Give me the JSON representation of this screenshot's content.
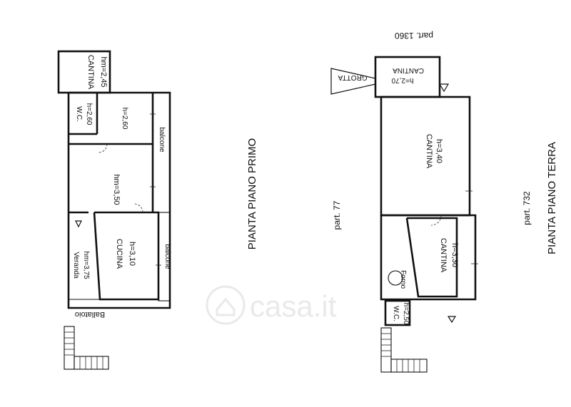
{
  "floor_first": {
    "title": "PIANTA PIANO PRIMO",
    "rooms": {
      "cantina_label": "CANTINA",
      "cantina_height": "hm=2,45",
      "wc_label": "W.C.",
      "wc_height": "h=2,60",
      "small_room_height": "h=2,60",
      "balcone_top": "balcone",
      "main_height": "hm=3,50",
      "cucina_label": "CUCINA",
      "cucina_height": "h=3,10",
      "balcone_bottom": "balcone",
      "veranda_label": "Veranda",
      "veranda_height": "hm=3,75",
      "ballatoio": "Ballatoio"
    }
  },
  "parcels": {
    "part_77": "part. 77",
    "part_732": "part. 732",
    "part_1360": "part. 1360"
  },
  "floor_ground": {
    "title": "PIANTA PIANO TERRA",
    "rooms": {
      "grotta": "GROTTA",
      "cantina_top_label": "CANTINA",
      "cantina_top_height": "h=2,70",
      "cantina_mid_label": "CANTINA",
      "cantina_mid_height": "h=3,40",
      "cantina_low_label": "CANTINA",
      "cantina_low_height": "h=3,30",
      "forno": "Forno",
      "wc_label": "W.C.",
      "wc_height": "h=2,50"
    }
  },
  "watermark": "casa.it"
}
